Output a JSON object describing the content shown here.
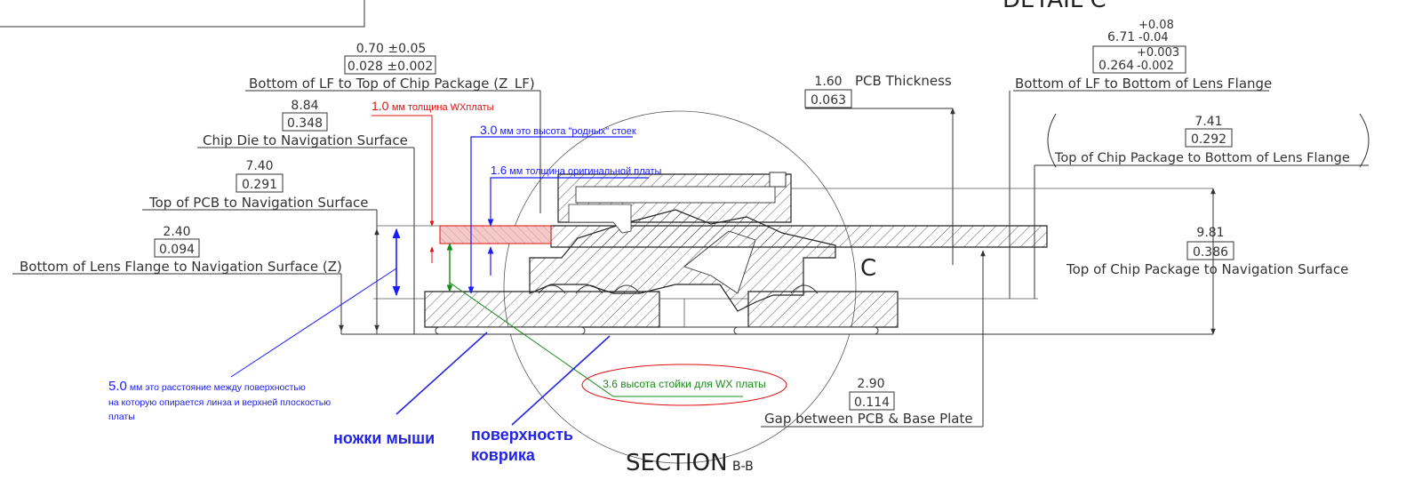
{
  "header": {
    "detail_label": "DETAIL C"
  },
  "section": {
    "title": "SECTION",
    "suffix": "B-B",
    "callout": "C"
  },
  "dims": {
    "z_lf": {
      "metric": "0.70 ±0.05",
      "inch": "0.028 ±0.002",
      "label": "Bottom of LF to Top of Chip Package (Z_LF)"
    },
    "die": {
      "metric": "8.84",
      "inch": "0.348",
      "label": "Chip Die to Navigation Surface"
    },
    "pcb_nav": {
      "metric": "7.40",
      "inch": "0.291",
      "label": "Top of PCB to Navigation Surface"
    },
    "z": {
      "metric": "2.40",
      "inch": "0.094",
      "label": "Bottom of Lens Flange to Navigation Surface (Z)"
    },
    "pcb_th": {
      "metric": "1.60",
      "label_after": "PCB Thickness",
      "inch": "0.063"
    },
    "lf_flange": {
      "metric": "6.71",
      "tol_plus": "+0.08",
      "tol_minus": "-0.04",
      "inch": "0.264",
      "inch_plus": "+0.003",
      "inch_minus": "-0.002",
      "label": "Bottom of LF to Bottom of Lens Flange"
    },
    "chip_flange": {
      "metric": "7.41",
      "inch": "0.292",
      "label": "Top of Chip Package to Bottom of Lens Flange"
    },
    "chip_nav": {
      "metric": "9.81",
      "inch": "0.386",
      "label": "Top of Chip Package to Navigation Surface"
    },
    "gap": {
      "metric": "2.90",
      "inch": "0.114",
      "label": "Gap between PCB & Base Plate"
    }
  },
  "notes": {
    "red_wx": {
      "num": "1.0",
      "text": "мм толщина WXплаты"
    },
    "blue_30": {
      "num": "3.0",
      "text": "мм это высота \"родных\" стоек"
    },
    "blue_16": {
      "num": "1.6",
      "text": "мм толщина оригинальной платы"
    },
    "green_36": {
      "text": "3.6 высота стойки для WX платы"
    },
    "blue_50": {
      "num": "5.0",
      "line1": "мм это расстояние между поверхностью",
      "line2": "на которую опирается линза и верхней плоскостью",
      "line3": "платы"
    },
    "feet": "ножки мыши",
    "surface_line1": "поверхность",
    "surface_line2": "коврика"
  },
  "colors": {
    "red": "#e01010",
    "blue": "#1a1aff",
    "green": "#1a8a1a",
    "ink": "#222222",
    "wx_fill": "#f6c9c9"
  }
}
